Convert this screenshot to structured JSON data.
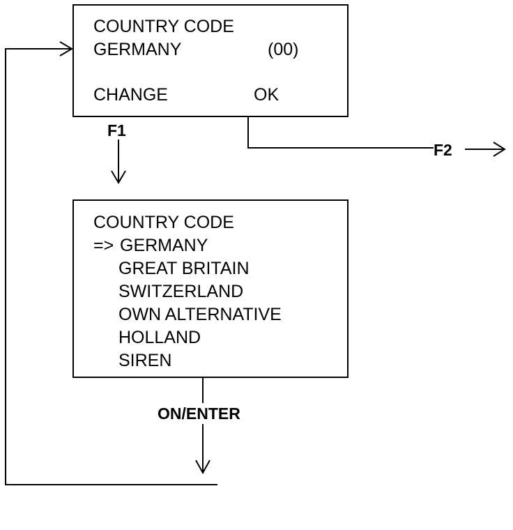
{
  "screen1": {
    "title": "COUNTRY CODE",
    "country": "GERMANY",
    "code": "(00)",
    "change_label": "CHANGE",
    "ok_label": "OK"
  },
  "screen2": {
    "title": "COUNTRY CODE",
    "selector": "=>",
    "options": [
      "GERMANY",
      "GREAT BRITAIN",
      "SWITZERLAND",
      "OWN ALTERNATIVE",
      "HOLLAND",
      "SIREN"
    ]
  },
  "keys": {
    "f1": "F1",
    "f2": "F2",
    "on_enter": "ON/ENTER"
  }
}
